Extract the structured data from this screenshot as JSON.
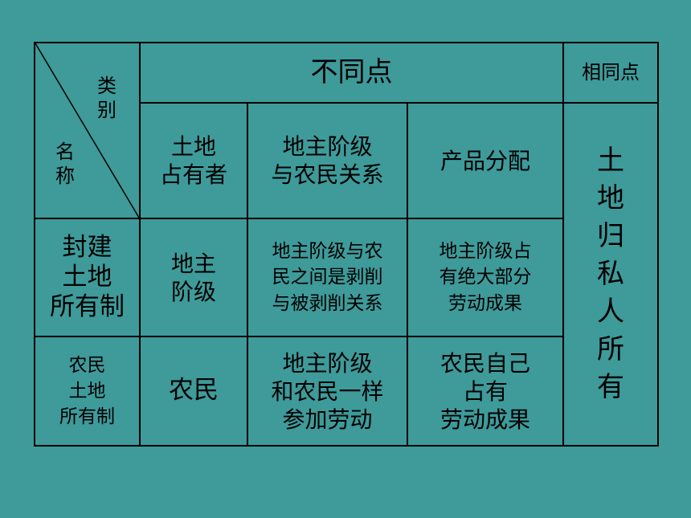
{
  "table": {
    "corner": {
      "top_label": "类别",
      "bottom_label": "名称"
    },
    "header": {
      "differences": "不同点",
      "similarity": "相同点"
    },
    "subheader": {
      "land_owner": "土地\n占有者",
      "relation": "地主阶级\n与农民关系",
      "distribution": "产品分配"
    },
    "rows": [
      {
        "name": "封建\n土地\n所有制",
        "land_owner": "地主\n阶级",
        "relation": "地主阶级与农\n民之间是剥削\n与被剥削关系",
        "distribution": "地主阶级占\n有绝大部分\n劳动成果"
      },
      {
        "name": "农民\n土地\n所有制",
        "land_owner": "农民",
        "relation": "地主阶级\n和农民一样\n参加劳动",
        "distribution": "农民自己\n占有\n劳动成果"
      }
    ],
    "similarity_text": "土地归私人所有"
  }
}
